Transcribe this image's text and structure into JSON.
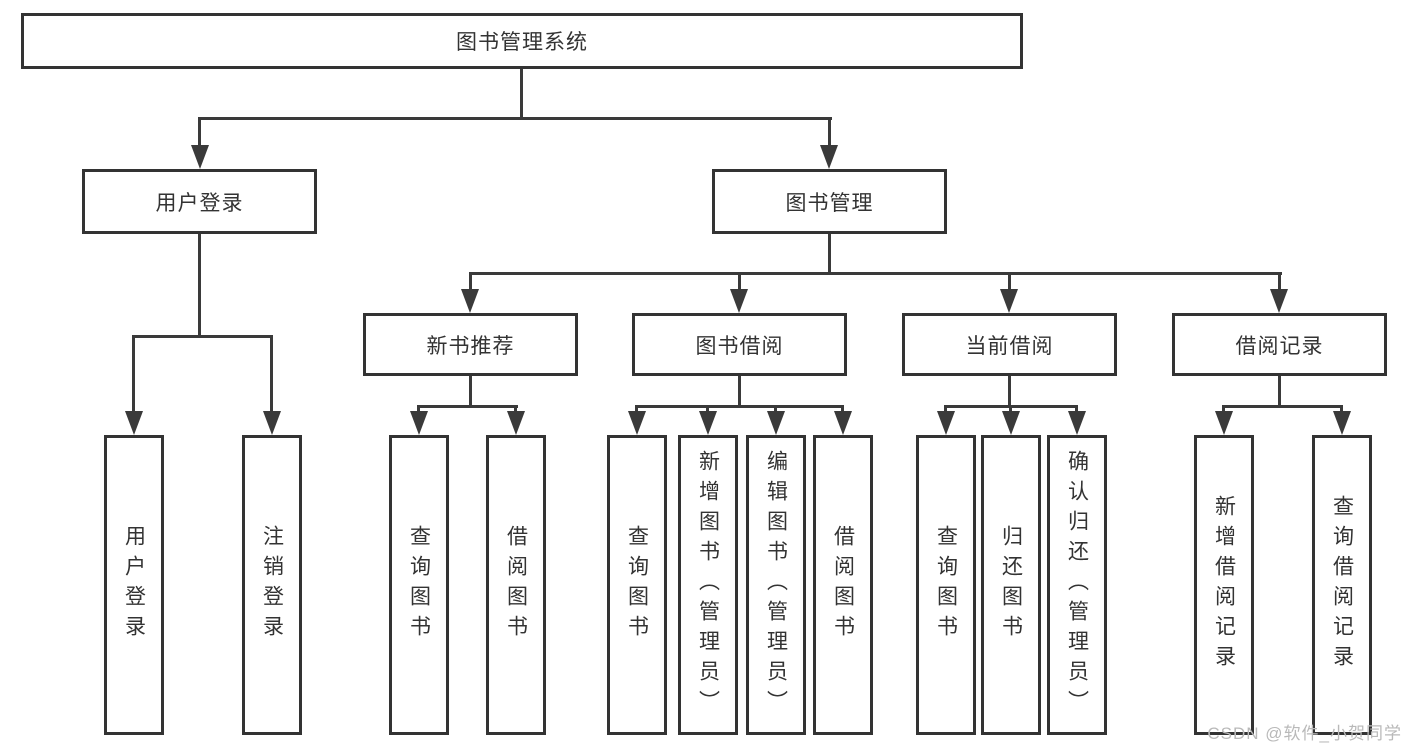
{
  "nodes": {
    "root": "图书管理系统",
    "user_login": "用户登录",
    "book_management": "图书管理",
    "level3": [
      "新书推荐",
      "图书借阅",
      "当前借阅",
      "借阅记录"
    ],
    "leaves": {
      "user_login": [
        "用户登录",
        "注销登录"
      ],
      "new_book_recommend": [
        "查询图书",
        "借阅图书"
      ],
      "book_borrow": [
        "查询图书",
        "新增图书（管理员）",
        "编辑图书（管理员）",
        "借阅图书"
      ],
      "current_borrow": [
        "查询图书",
        "归还图书",
        "确认归还（管理员）"
      ],
      "borrow_record": [
        "新增借阅记录",
        "查询借阅记录"
      ]
    }
  },
  "watermark": "CSDN @软件_小贺同学",
  "colors": {
    "line": "#3a3a3a",
    "border": "#333333",
    "fill": "#ffffff",
    "text": "#333333",
    "watermark": "#b9b9b9",
    "bg": "#ffffff"
  }
}
